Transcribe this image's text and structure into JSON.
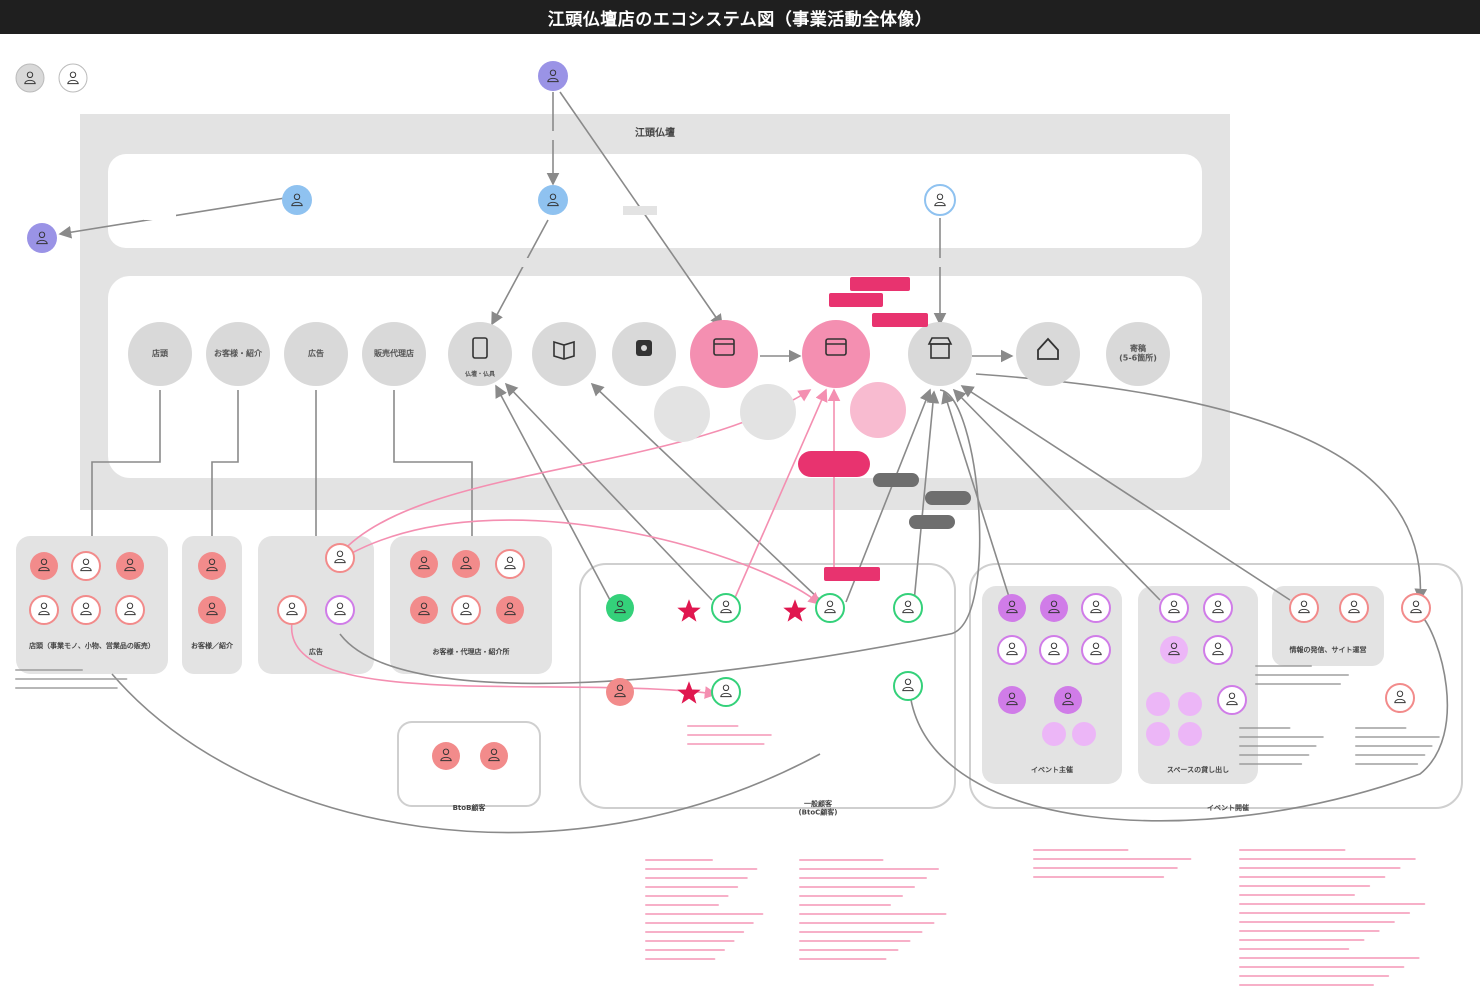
{
  "title": "江頭仏壇店のエコシステム図（事業活動全体像）",
  "company_label": "江頭仏壇",
  "colors": {
    "title_bg": "#1f1f1f",
    "panel_grey": "#e3e3e3",
    "inner_white": "#ffffff",
    "media_grey": "#d9d9d9",
    "pink_strong": "#f06292",
    "pink_light": "#f8bbd0",
    "coral": "#f28b8b",
    "green": "#34d17a",
    "purple": "#d07ce8",
    "blue": "#8fc2f0",
    "indigo": "#9a93e6",
    "dark_pill": "#6e6e6e",
    "line_grey": "#8a8a8a",
    "line_pink": "#f48fb1",
    "star": "#e0174f"
  },
  "media_nodes": [
    {
      "label": "店頭"
    },
    {
      "label": "お客様・紹介"
    },
    {
      "label": "広告"
    },
    {
      "label": "販売代理店"
    },
    {
      "label": "仏壇・仏具",
      "icon": "tablet-icon"
    },
    {
      "label": "",
      "icon": "book-icon"
    },
    {
      "label": "",
      "icon": "phone-icon"
    },
    {
      "label": "",
      "icon": "browser-icon"
    },
    {
      "label": "",
      "icon": "browser-icon"
    },
    {
      "label": "",
      "icon": "shop-icon"
    },
    {
      "label": "",
      "icon": "home-icon"
    },
    {
      "label": "寄稿\n(5-6箇所)"
    }
  ],
  "groups": {
    "store": "店頭（事業モノ、小物、営業品の販売）",
    "referral": "お客様／紹介",
    "ads": "広告",
    "agents": "お客様・代理店・紹介所",
    "btob": "BtoB顧客",
    "general": "一般顧客\n(BtoC顧客)",
    "event_org": "イベント主催",
    "space_rental": "スペースの貸し出し",
    "sales_site": "情報の発信、サイト運営",
    "event": "イベント開催"
  },
  "pink_tags": [
    "",
    "",
    "",
    "",
    ""
  ],
  "dark_pills": [
    "",
    "",
    ""
  ]
}
